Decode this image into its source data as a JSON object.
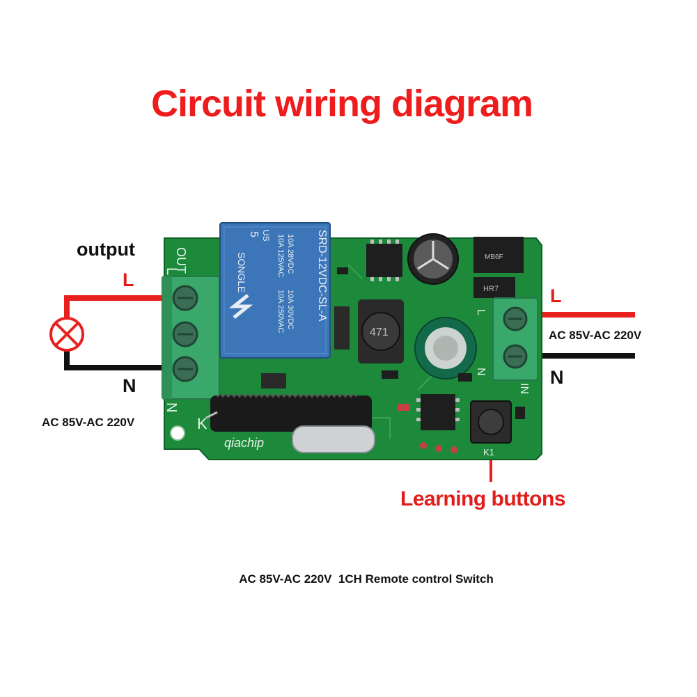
{
  "title": "Circuit wiring diagram",
  "labels": {
    "output": "output",
    "left_L": "L",
    "left_N": "N",
    "left_voltage": "AC 85V-AC 220V",
    "right_L": "L",
    "right_N": "N",
    "right_voltage": "AC 85V-AC 220V",
    "learning_buttons": "Learning buttons",
    "caption": "AC 85V-AC 220V  1CH Remote control Switch"
  },
  "board": {
    "out_marking": "OUT",
    "relay_brand": "SONGLE",
    "relay_model": "SRD-12VDC-SL-A",
    "relay_ratings": [
      "10A 250VAC",
      "10A 125VAC",
      "10A 30VDC",
      "10A 28VDC"
    ],
    "relay_number": "5",
    "relay_us": "US",
    "maker": "qiachip",
    "inductor": "471",
    "bridge": "MB6F",
    "resistor": "HR7",
    "button": "K1",
    "in_marking": "IN",
    "pin_L_left": "L",
    "pin_N_left": "N",
    "pin_L_right": "L",
    "pin_N_right": "N",
    "ant_k": "K"
  },
  "colors": {
    "title": "#ee1c1c",
    "red_label": "#e21b1b",
    "wire_red": "#e8211f",
    "wire_black": "#111111",
    "pcb": "#1c8a3a",
    "terminal": "#3aa86a",
    "relay": "#3c76b8"
  }
}
